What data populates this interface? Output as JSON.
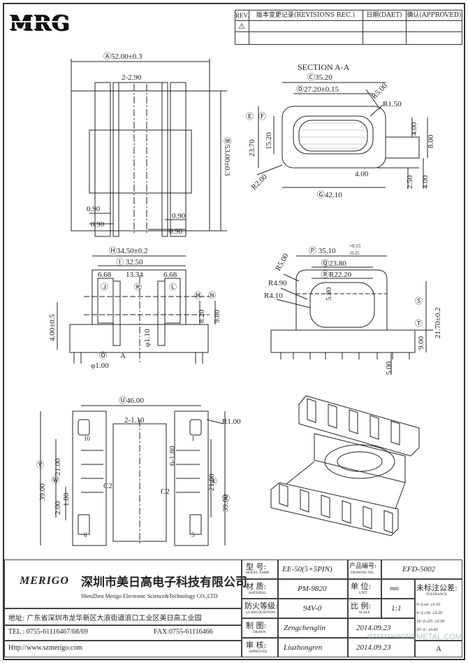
{
  "logo": {
    "text": "MRG"
  },
  "revision_table": {
    "col_rev": "REV.",
    "col_record": "版本变更记录(REVISIONS REC.)",
    "col_date": "日期(DAET)",
    "col_approved": "确认(APPROVED)",
    "row1_mark": "⚠"
  },
  "top_view": {
    "dim_length": "Ⓐ52.00±0.3",
    "dim_pitch": "2-2.90",
    "dim_height": "Ⓑ53.00±0.3",
    "dim_a": "0.90",
    "dim_b": "0.90",
    "dim_c": "0.90",
    "dim_d": "0.90"
  },
  "section_view": {
    "title": "SECTION A-A",
    "dim_c": "Ⓒ35.20",
    "dim_d": "Ⓓ27.20±0.15",
    "dim_r5": "R5.00",
    "dim_r15": "R1.50",
    "dim_e": "23.70",
    "dim_f": "15.20",
    "dim_e_mark": "Ⓔ",
    "dim_f_mark": "Ⓕ",
    "dim_4a": "4.00",
    "dim_8": "8.00",
    "dim_4b": "4.00",
    "dim_25": "2.50",
    "dim_4c": "4.00",
    "dim_r2": "R2.00",
    "dim_g": "Ⓖ42.10"
  },
  "front_view": {
    "dim_h": "Ⓗ34.50±0.2",
    "dim_i": "Ⓘ 32.50",
    "dim_j": "6.68",
    "dim_k": "13.34",
    "dim_l": "6.68",
    "mark_j": "Ⓙ",
    "mark_k": "Ⓚ",
    "mark_l": "Ⓛ",
    "mark_m": "Ⓜ",
    "mark_n": "Ⓝ",
    "dim_m": "8.20",
    "dim_n": "9.80",
    "dim_left": "4.00±0.5",
    "dim_pin": "φ1.10",
    "dim_o": "Ⓞ",
    "dim_p": "φ1.00",
    "mark_a": "A"
  },
  "side_view": {
    "dim_p": "Ⓟ 35.10",
    "dim_p_tol_up": "+0.15",
    "dim_p_tol_dn": "-0.25",
    "dim_q": "Ⓠ23.80",
    "dim_r": "ⓇR22.20",
    "dim_r5": "R5.00",
    "dim_r49": "R4.90",
    "dim_r41": "R4.10",
    "dim_58": "5.80",
    "mark_s": "Ⓢ",
    "mark_t": "Ⓣ",
    "dim_s": "21.70±0.2",
    "dim_t": "9.00",
    "dim_5": "5.00"
  },
  "bottom_view": {
    "dim_u": "Ⓤ46.00",
    "dim_pitch": "2-1.10",
    "dim_r1": "R1.00",
    "dim_v": "Ⓥ",
    "dim_39a": "39.00",
    "dim_w": "Ⓦ",
    "dim_21a": "21.00",
    "dim_2": "2.00",
    "dim_18a": "1.80",
    "dim_6_18": "6-1.80",
    "dim_21b": "21.00",
    "dim_x": "Ⓧ",
    "dim_39b": "39.00",
    "dim_y": "Ⓨ",
    "pin_10": "10",
    "pin_1": "1",
    "pin_6": "6",
    "pin_5": "5",
    "mark_c2a": "C2",
    "mark_c2b": "C2"
  },
  "title_block": {
    "company_logo": "MERIGO",
    "company_cn": "深圳市美日高电子科技有限公司",
    "company_en": "ShenZhen Merigo Electronic Science&Technology CO.,LTD",
    "address": "地址: 广东省深圳市龙华新区大浪街道浪口工业区美日高工业园",
    "tel": "TEL : 0755-61116467/68/69",
    "fax": "FAX:0755-61116466",
    "web": "Http://www.szmerigo.com",
    "model_cn": "型 号:",
    "model_en": "MODEL NAME",
    "model_val": "EE-50(5+5PIN)",
    "drawing_cn": "产品编号:",
    "drawing_en": "DRAWING NO.",
    "drawing_val": "EFD-5002",
    "material_cn": "材 质:",
    "material_en": "MATERIAL",
    "material_val": "PM-9820",
    "unit_cn": "单 位:",
    "unit_en": "UNIT",
    "unit_val": "mm",
    "tolerance_cn": "未标注公差:",
    "tolerance_en": "TOLERANCE",
    "flame_cn": "防火等级:",
    "flame_en": "UL RECOGNITION",
    "flame_val": "94V-0",
    "scale_cn": "比 例:",
    "scale_en": "SCALE",
    "scale_val": "1:1",
    "tol_1": "0<L≤4:   ±0.10",
    "tol_2": "4<L≤16:  ±0.20",
    "tol_3": "16<L≤35: ±0.30",
    "tol_4": "35<L:    ±0.40",
    "drawn_cn": "制 图:",
    "drawn_en": "DRAWN",
    "drawn_val": "Zengchenglin",
    "drawn_date": "2014.09.23",
    "approved_cn": "审 核:",
    "approved_en": "APPROVED",
    "approved_val": "Liuzhongren",
    "approved_date": "2014.09.23",
    "version_val": "A",
    "watermark": "WWW.YINXINMETAL.COM"
  }
}
